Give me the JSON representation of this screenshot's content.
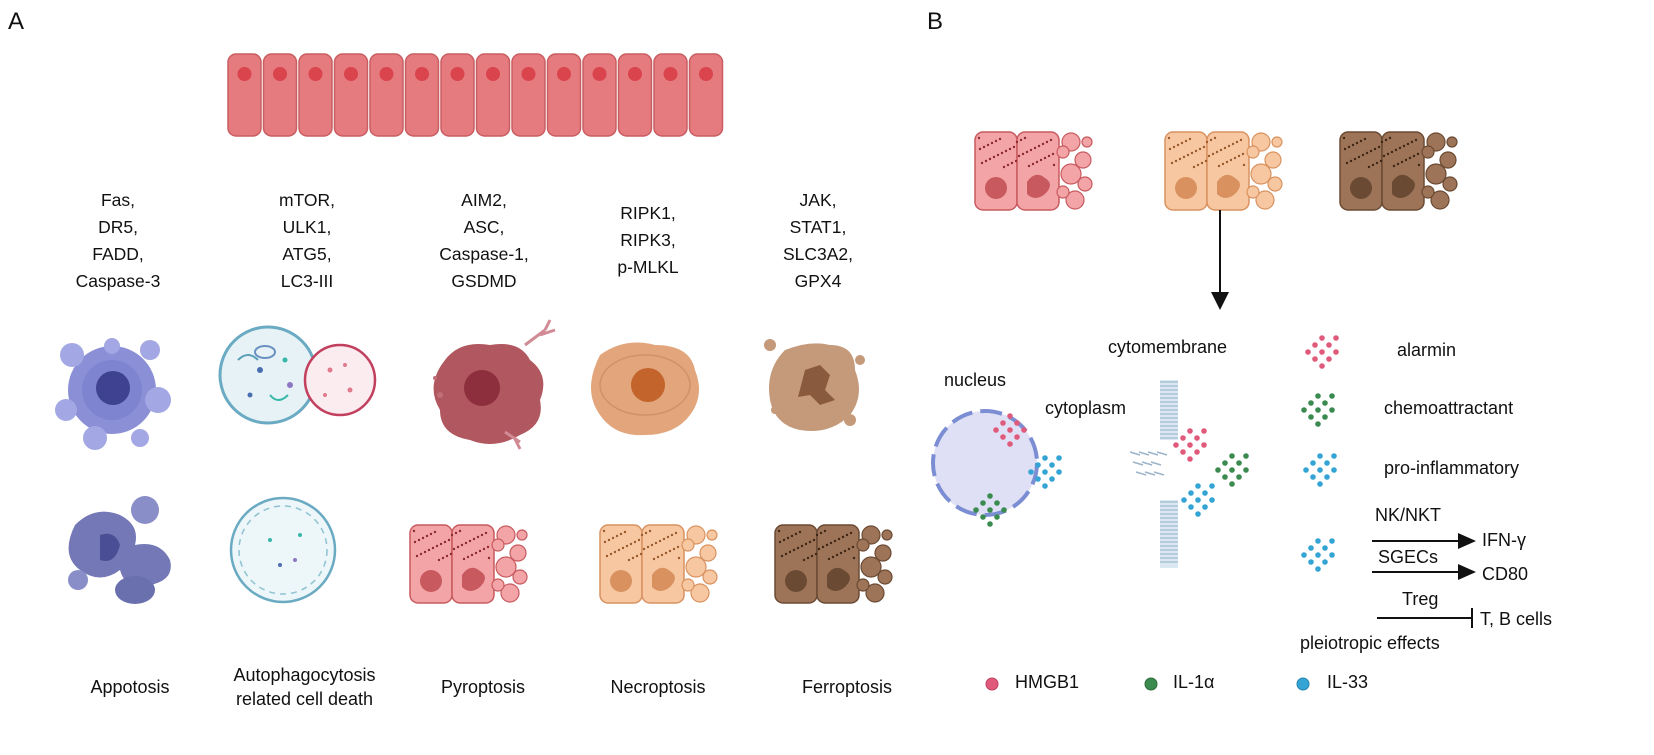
{
  "panels": {
    "a": "A",
    "b": "B"
  },
  "colors": {
    "pink": "#e57b7e",
    "orange": "#f0b489",
    "brown": "#8e6a52",
    "lavender": "#8b8fd6",
    "hmgb1": "#e05a7c",
    "il1a": "#3b8a4f",
    "il33": "#34a4d4"
  },
  "markers": [
    {
      "text": "Fas,\nDR5,\nFADD,\nCaspase-3"
    },
    {
      "text": "mTOR,\nULK1,\nATG5,\nLC3-III"
    },
    {
      "text": "AIM2,\nASC,\nCaspase-1,\nGSDMD"
    },
    {
      "text": "RIPK1,\nRIPK3,\np-MLKL"
    },
    {
      "text": "JAK,\nSTAT1,\nSLC3A2,\nGPX4"
    }
  ],
  "death_types": [
    {
      "label": "Appotosis"
    },
    {
      "label": "Autophagocytosis\nrelated cell death"
    },
    {
      "label": "Pyroptosis"
    },
    {
      "label": "Necroptosis"
    },
    {
      "label": "Ferroptosis"
    }
  ],
  "panel_b": {
    "nucleus": "nucleus",
    "cytoplasm": "cytoplasm",
    "cytomembrane": "cytomembrane",
    "categories": [
      "alarmin",
      "chemoattractant",
      "pro-inflammatory"
    ],
    "effects": [
      {
        "cell": "NK/NKT",
        "target": "IFN-γ"
      },
      {
        "cell": "SGECs",
        "target": "CD80"
      },
      {
        "cell": "Treg",
        "target": "T, B cells"
      }
    ],
    "pleiotropic": "pleiotropic effects",
    "legend": [
      "HMGB1",
      "IL-1α",
      "IL-33"
    ]
  }
}
